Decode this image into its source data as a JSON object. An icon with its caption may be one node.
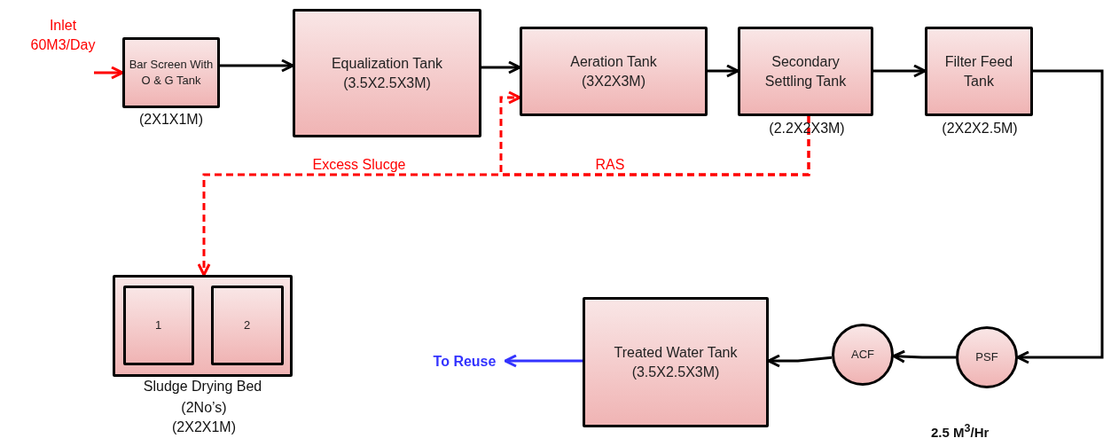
{
  "diagram": {
    "nodes": [
      {
        "text": [
          "Inlet 60M3/Day"
        ]
      },
      {
        "text": [
          "Bar Screen With O & G Tank"
        ],
        "beside": [
          "(2X1X1M)"
        ]
      },
      {
        "text": [
          "Equalization Tank",
          "(3.5X2.5X3M)"
        ]
      },
      {
        "text": [
          "Aeration Tank",
          "(3X2X3M)"
        ]
      },
      {
        "text": [
          "Secondary Settling Tank"
        ],
        "beside": [
          "(2.2X2X3M)"
        ]
      },
      {
        "text": [
          "Filter Feed Tank"
        ],
        "beside": [
          "(2X2X2.5M)"
        ]
      },
      {
        "text": [
          "PSF"
        ]
      },
      {
        "text": [
          "ACF"
        ]
      },
      {
        "text": [
          "Treated Water Tank",
          "(3.5X2.5X3M)"
        ]
      },
      {
        "text": [
          "To Reuse"
        ]
      },
      {
        "text": [
          "Sludge Drying Bed"
        ],
        "beside": [
          "(2No’s)",
          "(2X2X1M)"
        ]
      },
      {
        "text": [
          "1"
        ],
        "in": 10
      },
      {
        "text": [
          "2"
        ],
        "in": 10
      }
    ],
    "edges": [
      {
        "from": 0,
        "to": 1,
        "arrow": "to",
        "color": "#ff0000"
      },
      {
        "from": 1,
        "to": 2,
        "arrow": "to"
      },
      {
        "from": 2,
        "to": 3,
        "arrow": "to"
      },
      {
        "from": 3,
        "to": 4,
        "arrow": "to"
      },
      {
        "from": 4,
        "to": 5,
        "arrow": "to"
      },
      {
        "from": 5,
        "to": 6,
        "arrow": "to"
      },
      {
        "from": 6,
        "to": 7,
        "arrow": "to"
      },
      {
        "from": 7,
        "to": 8,
        "arrow": "to"
      },
      {
        "from": 8,
        "to": 9,
        "arrow": "to",
        "color": "#3333ff"
      },
      {
        "from": 4,
        "to": 3,
        "arrow": "to",
        "label": "RAS",
        "style": "dashed",
        "color": "#ff0000"
      },
      {
        "from": 4,
        "to": 10,
        "arrow": "to",
        "label": "Excess Slucge",
        "style": "dashed",
        "color": "#ff0000"
      }
    ],
    "labels": [
      "2.5 M$^{3}$/Hr"
    ]
  }
}
